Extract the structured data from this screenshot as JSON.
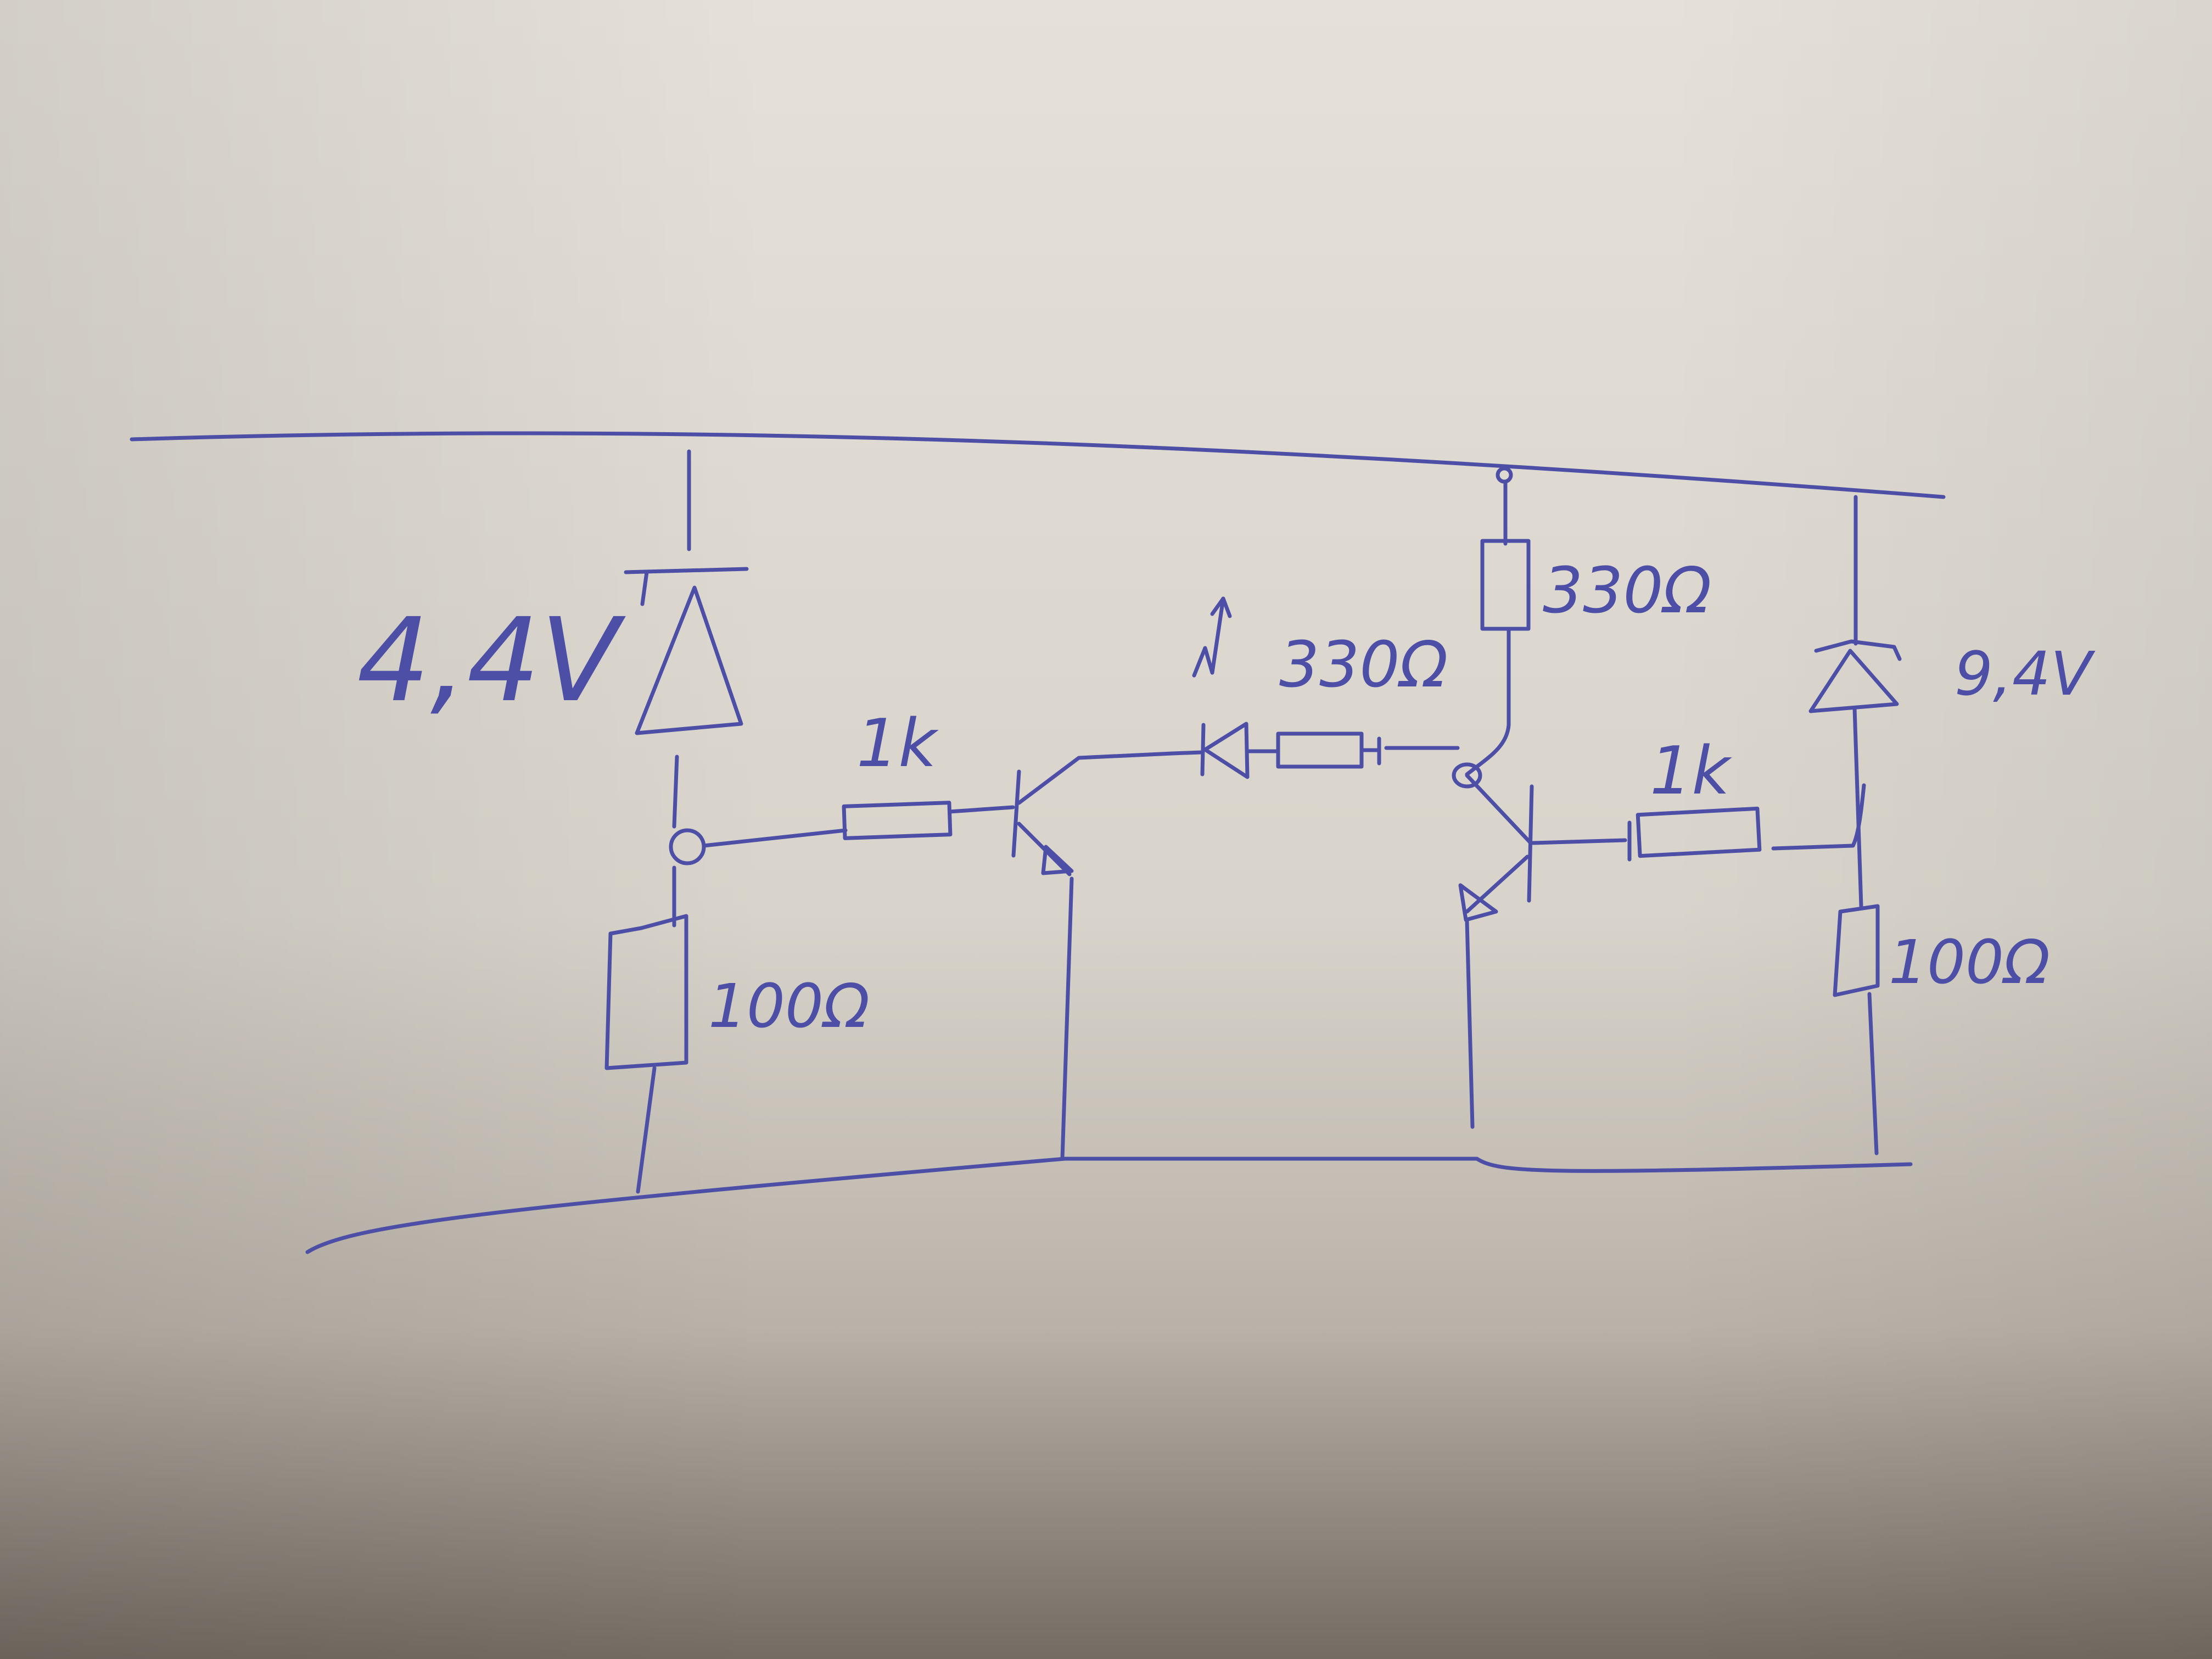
{
  "colors": {
    "paper_light": "#e4e0d8",
    "paper_mid": "#d3cfc6",
    "shadow": "#7e766d",
    "ink": "#4d4fa6"
  },
  "labels": {
    "zener_left": "4,4V",
    "zener_right": "9,4V",
    "resistor_left_base": "1k",
    "resistor_right_base": "1k",
    "resistor_led_series": "330Ω",
    "resistor_collector_pullup": "330Ω",
    "resistor_left_bottom": "100Ω",
    "resistor_right_bottom": "100Ω"
  }
}
